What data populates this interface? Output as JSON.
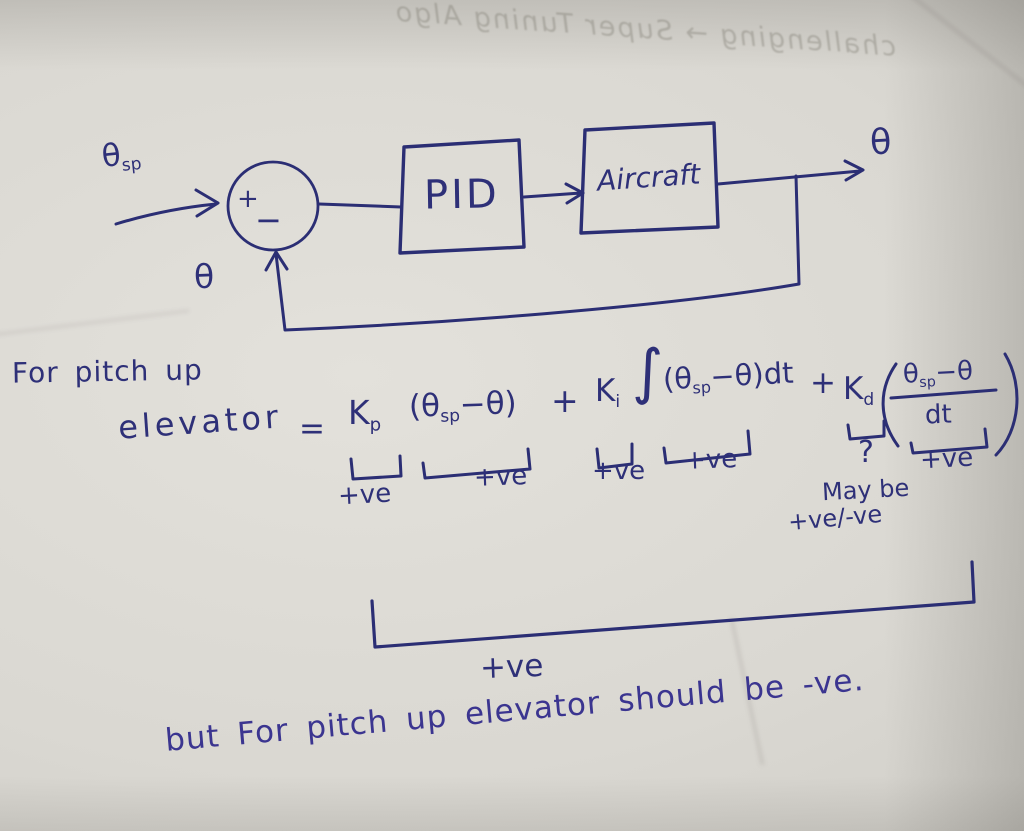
{
  "palette": {
    "ink": "#2b2e74",
    "ink_note": "#3b3590",
    "paper": "#d8d6d0"
  },
  "show_through": {
    "text": "challenging → Super Tuning Algo"
  },
  "diagram": {
    "setpoint_main": "θ",
    "setpoint_sub": "sp",
    "sum_plus": "+",
    "sum_minus": "−",
    "pid_label": "PID",
    "plant_label": "Aircraft",
    "output_label": "θ",
    "feedback_label": "θ"
  },
  "notes": {
    "heading": "For pitch up",
    "conclusion": "but For pitch up elevator should be -ve."
  },
  "equation": {
    "lhs": "elevator",
    "equals": "=",
    "kp_main": "K",
    "kp_sub": "p",
    "t1_open": "(θ",
    "t1_sub": "sp",
    "t1_rest": "−θ)",
    "plus1": "+",
    "ki_main": "K",
    "ki_sub": "i",
    "int_sign": "∫",
    "t2_open": "(θ",
    "t2_sub": "sp",
    "t2_rest": "−θ)",
    "t2_dt": "dt",
    "plus2": "+",
    "kd_main": "K",
    "kd_sub": "d",
    "num_open": "θ",
    "num_sub": "sp",
    "num_rest": "−θ",
    "den": "dt",
    "ann_kp": "+ve",
    "ann_t1": "+ve",
    "ann_ki": "+ve",
    "ann_t2": "+ve",
    "ann_kd_q": "?",
    "ann_kd_line1": "May be",
    "ann_kd_line2": "+ve/-ve",
    "ann_frac": "+ve",
    "ann_overall": "+ve"
  }
}
